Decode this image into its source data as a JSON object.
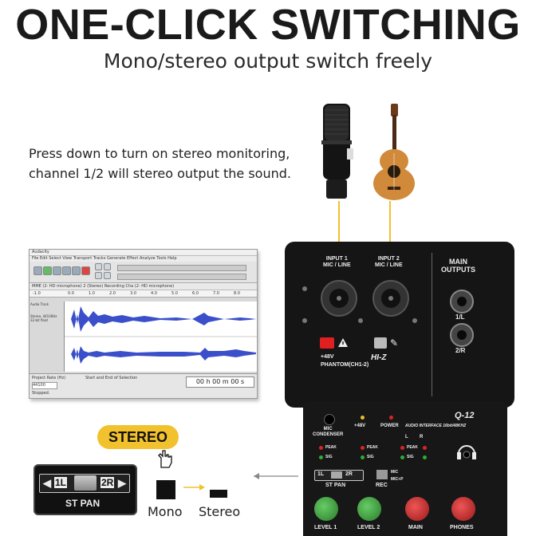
{
  "headline": "ONE-CLICK SWITCHING",
  "subheadline": "Mono/stereo output switch freely",
  "description": {
    "line1": "Press down to turn on stereo monitoring,",
    "line2": "channel 1/2 will stereo output the sound."
  },
  "colors": {
    "accent_yellow": "#f2c12e",
    "device_black": "#151515",
    "green_knob": "#3fa34d",
    "red_knob": "#c9292a",
    "red_button": "#e02020",
    "wave_blue": "#3a4fc9"
  },
  "audacity": {
    "title": "Audacity",
    "menu": "File  Edit  Select  View  Transport  Tracks  Generate  Effect  Analyze  Tools  Help",
    "device_row": "MME    (2- HD  microphone)    2 (Stereo) Recording Cha    (2- HD  microphone)",
    "ruler": [
      "-1.0",
      "0.0",
      "1.0",
      "2.0",
      "3.0",
      "4.0",
      "5.0",
      "6.0",
      "7.0",
      "8.0"
    ],
    "track_name": "Audio Track",
    "track_info": "Stereo, 44100Hz 32-bit float",
    "time_display": "00 h 00 m 00 s",
    "project_rate_label": "Project Rate (Hz)",
    "project_rate": "44100",
    "selection_label": "Start and End of Selection",
    "status": "Stopped."
  },
  "device": {
    "input1": "INPUT 1\nMIC / LINE",
    "input2": "INPUT 2\nMIC / LINE",
    "main_outputs": "MAIN\nOUTPUTS",
    "out_1l": "1/L",
    "out_2r": "2/R",
    "phantom_voltage": "+48V",
    "phantom_label": "PHANTOM(CH1-2)",
    "hiz_label": "HI-Z",
    "model": "Q-12",
    "mic_condenser": "MIC\nCONDENSER",
    "led_48v": "+48V",
    "led_power": "POWER",
    "audio_interface": "AUDIO INTERFACE 16bit/48KHZ",
    "peak": "PEAK",
    "sig": "SIG",
    "l": "L",
    "r": "R",
    "st_pan": "ST PAN",
    "pan_1l": "1L",
    "pan_2r": "2R",
    "rec": "REC",
    "rec_mic": "MIC",
    "rec_micp": "MIC+P",
    "level1": "LEVEL 1",
    "level2": "LEVEL 2",
    "main": "MAIN",
    "phones": "PHONES"
  },
  "stereo_badge": "STEREO",
  "switch_closeup": {
    "left": "1L",
    "right": "2R",
    "label": "ST PAN"
  },
  "mono_label": "Mono",
  "stereo_label": "Stereo"
}
